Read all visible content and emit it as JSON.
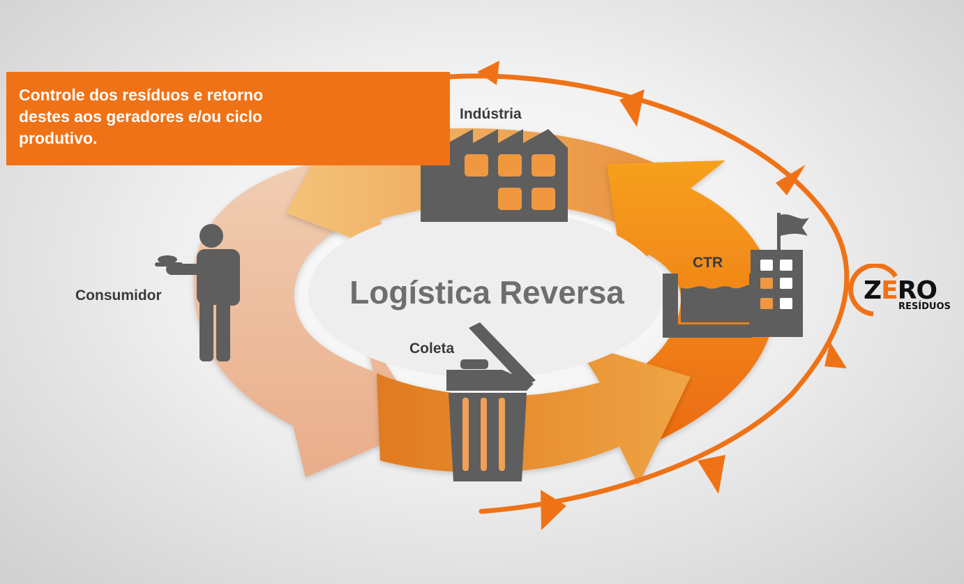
{
  "banner": {
    "text": "Controle dos resíduos e retorno\ndestes aos geradores e/ou ciclo\nprodutivo."
  },
  "center": {
    "title": "Logística Reversa"
  },
  "nodes": {
    "industria": "Indústria",
    "ctr": "CTR",
    "coleta": "Coleta",
    "consumidor": "Consumidor"
  },
  "logo": {
    "zero_prefix": "Z",
    "zero_e": "E",
    "zero_suffix": "RO",
    "residuos": "RESÍDUOS"
  },
  "colors": {
    "orange": "#f07216",
    "dark_gray": "#5e5e5e",
    "pale_orange": "#e9b48f",
    "light_orange": "#f2ad5f",
    "banner": "#f07216"
  }
}
